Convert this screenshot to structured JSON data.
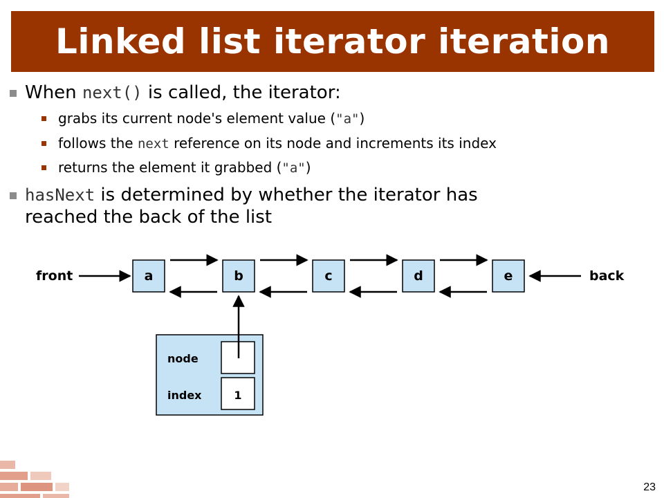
{
  "slide": {
    "title": "Linked list iterator iteration",
    "page_number": "23"
  },
  "bullets": {
    "b1": {
      "pre": "When ",
      "code": "next()",
      "post": " is called, the iterator:"
    },
    "sub": [
      {
        "pre": "grabs its current node's element value (",
        "code": "\"a\"",
        "post": ")"
      },
      {
        "pre": "follows the ",
        "code": "next",
        "post": " reference on its node and increments its index"
      },
      {
        "pre": "returns the element it grabbed (",
        "code": "\"a\"",
        "post": ")"
      }
    ],
    "b2": {
      "code": "hasNext",
      "line1": " is determined by whether the iterator has",
      "line2": "reached the back of the list"
    }
  },
  "diagram": {
    "front_label": "front",
    "back_label": "back",
    "nodes": [
      "a",
      "b",
      "c",
      "d",
      "e"
    ],
    "iterator": {
      "node_label": "node",
      "index_label": "index",
      "index_value": "1"
    },
    "colors": {
      "node_fill": "#c6e3f5",
      "stroke": "#000000",
      "panel_fill": "#c6e3f5"
    }
  }
}
